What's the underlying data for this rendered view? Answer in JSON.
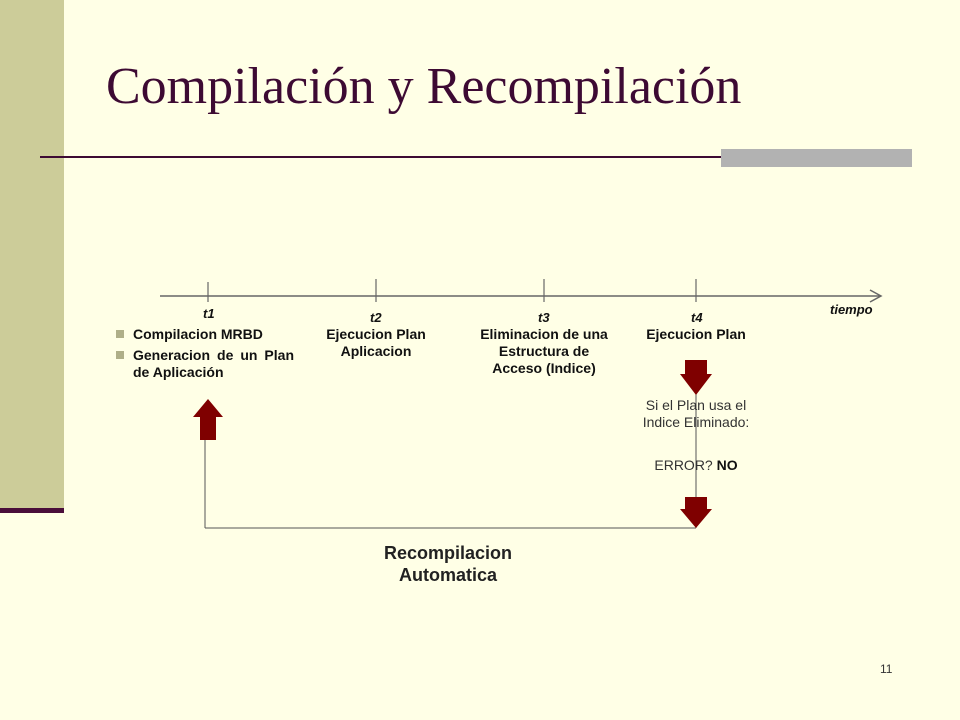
{
  "slide": {
    "title": "Compilación y Recompilación",
    "page_number": "11"
  },
  "timeline": {
    "axis_label": "tiempo",
    "points": [
      {
        "label": "t1"
      },
      {
        "label": "t2",
        "caption": "Ejecucion  Plan\nAplicacion"
      },
      {
        "label": "t3",
        "caption": "Eliminacion de una\nEstructura de\nAcceso (Indice)"
      },
      {
        "label": "t4",
        "caption": "Ejecucion  Plan"
      }
    ]
  },
  "t1_bullets": [
    "Compilacion MRBD",
    "Generacion de un Plan de Aplicación"
  ],
  "condition_note": "Si el Plan usa el\nIndice Eliminado:",
  "error_prefix": "ERROR? ",
  "error_answer": "NO",
  "recompilation_label": "Recompilacion\nAutomatica",
  "colors": {
    "background": "#FFFFE6",
    "side_bar": "#CCCC99",
    "title": "#3D0A33",
    "arrow": "#7F0000",
    "rule_accent": "#B2B2B2"
  }
}
